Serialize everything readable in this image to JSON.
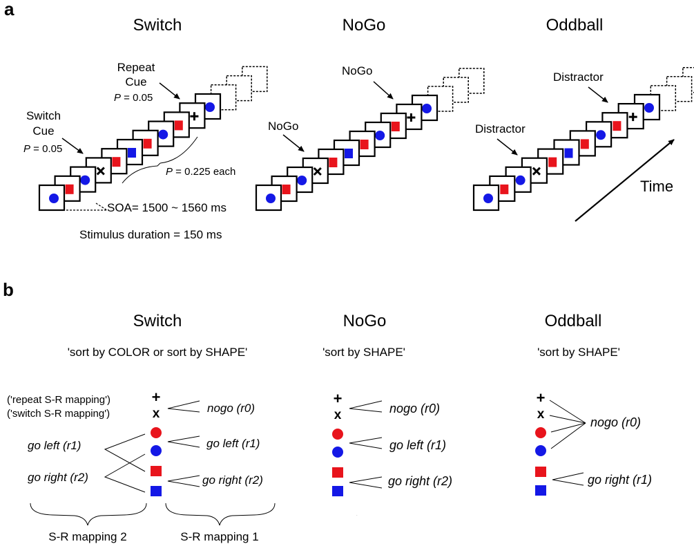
{
  "panel_a": {
    "letter": "a",
    "titles": {
      "switch": "Switch",
      "nogo": "NoGo",
      "oddball": "Oddball"
    },
    "switch": {
      "repeat_cue_line1": "Repeat",
      "repeat_cue_line2": "Cue",
      "repeat_p_symbol": "P",
      "repeat_p_value": " = 0.05",
      "switch_cue_line1": "Switch",
      "switch_cue_line2": "Cue",
      "switch_p_symbol": "P",
      "switch_p_value": " = 0.05",
      "each_p_symbol": "P",
      "each_p_value": " = 0.225 each",
      "soa": "SOA= 1500 ~ 1560 ms",
      "stim_duration": "Stimulus duration = 150 ms"
    },
    "nogo": {
      "upper_label": "NoGo",
      "lower_label": "NoGo"
    },
    "oddball": {
      "upper_label": "Distractor",
      "lower_label": "Distractor",
      "time_label": "Time"
    }
  },
  "panel_b": {
    "letter": "b",
    "titles": {
      "switch": "Switch",
      "nogo": "NoGo",
      "oddball": "Oddball"
    },
    "switch": {
      "rule": "'sort by COLOR or sort by SHAPE'",
      "repeat_mapping": "('repeat S-R mapping')",
      "switch_mapping": "('switch S-R mapping')",
      "nogo": "nogo (r0)",
      "go_left_left": "go left (r1)",
      "go_right_left": "go right (r2)",
      "go_left_right": "go left (r1)",
      "go_right_right": "go right (r2)",
      "mapping2": "S-R mapping 2",
      "mapping1": "S-R mapping 1"
    },
    "nogo": {
      "rule": "'sort by SHAPE'",
      "nogo": "nogo (r0)",
      "go_left": "go left (r1)",
      "go_right": "go right (r2)"
    },
    "oddball": {
      "rule": "'sort by SHAPE'",
      "nogo": "nogo (r0)",
      "go_right": "go right (r1)"
    }
  },
  "colors": {
    "red": "#e8141c",
    "blue": "#1418e6",
    "black": "#000000"
  },
  "stimulus_sequences": {
    "switch": [
      "circle-blue",
      "square-red",
      "circle-blue",
      "cross-x",
      "square-red",
      "square-blue",
      "square-red",
      "circle-blue",
      "square-red",
      "plus",
      "circle-blue"
    ],
    "nogo": [
      "circle-blue",
      "square-red",
      "circle-blue",
      "cross-x",
      "square-red",
      "square-blue",
      "square-red",
      "circle-blue",
      "square-red",
      "plus",
      "circle-blue"
    ],
    "oddball": [
      "circle-blue",
      "square-red",
      "circle-blue",
      "cross-x",
      "square-red",
      "square-blue",
      "square-red",
      "circle-blue",
      "square-red",
      "plus",
      "circle-blue"
    ]
  },
  "icons": [
    "arrow-icon",
    "brace-icon",
    "plus-icon",
    "x-cross-icon",
    "circle-icon",
    "square-icon"
  ]
}
